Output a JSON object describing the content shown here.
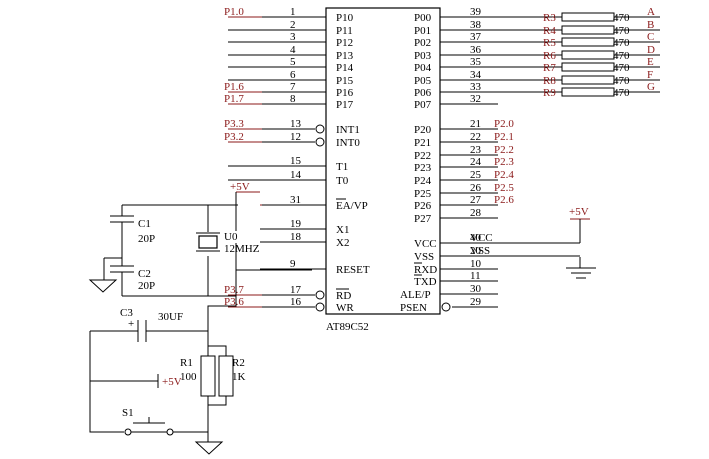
{
  "chip": {
    "name": "AT89C52",
    "left_pins": [
      {
        "num": "1",
        "name": "P10",
        "net": "P1.0"
      },
      {
        "num": "2",
        "name": "P11",
        "net": ""
      },
      {
        "num": "3",
        "name": "P12",
        "net": ""
      },
      {
        "num": "4",
        "name": "P13",
        "net": ""
      },
      {
        "num": "5",
        "name": "P14",
        "net": ""
      },
      {
        "num": "6",
        "name": "P15",
        "net": ""
      },
      {
        "num": "7",
        "name": "P16",
        "net": "P1.6"
      },
      {
        "num": "8",
        "name": "P17",
        "net": "P1.7"
      },
      {
        "num": "13",
        "name": "INT1",
        "net": "P3.3"
      },
      {
        "num": "12",
        "name": "INT0",
        "net": "P3.2"
      },
      {
        "num": "15",
        "name": "T1",
        "net": ""
      },
      {
        "num": "14",
        "name": "T0",
        "net": ""
      },
      {
        "num": "31",
        "name": "EA/VP",
        "net": "+5V"
      },
      {
        "num": "19",
        "name": "X1",
        "net": ""
      },
      {
        "num": "18",
        "name": "X2",
        "net": ""
      },
      {
        "num": "9",
        "name": "RESET",
        "net": ""
      },
      {
        "num": "17",
        "name": "RD",
        "net": "P3.7"
      },
      {
        "num": "16",
        "name": "WR",
        "net": "P3.6"
      }
    ],
    "right_pins": [
      {
        "num": "39",
        "name": "P00",
        "net": ""
      },
      {
        "num": "38",
        "name": "P01",
        "net": ""
      },
      {
        "num": "37",
        "name": "P02",
        "net": ""
      },
      {
        "num": "36",
        "name": "P03",
        "net": ""
      },
      {
        "num": "35",
        "name": "P04",
        "net": ""
      },
      {
        "num": "34",
        "name": "P05",
        "net": ""
      },
      {
        "num": "33",
        "name": "P06",
        "net": ""
      },
      {
        "num": "32",
        "name": "P07",
        "net": ""
      },
      {
        "num": "21",
        "name": "P20",
        "net": "P2.0"
      },
      {
        "num": "22",
        "name": "P21",
        "net": "P2.1"
      },
      {
        "num": "23",
        "name": "P22",
        "net": "P2.2"
      },
      {
        "num": "24",
        "name": "P23",
        "net": "P2.3"
      },
      {
        "num": "25",
        "name": "P24",
        "net": "P2.4"
      },
      {
        "num": "26",
        "name": "P25",
        "net": "P2.5"
      },
      {
        "num": "27",
        "name": "P26",
        "net": "P2.6"
      },
      {
        "num": "28",
        "name": "P27",
        "net": ""
      },
      {
        "num": "40",
        "name": "VCC",
        "net": "VCC"
      },
      {
        "num": "20",
        "name": "VSS",
        "net": "VSS"
      },
      {
        "num": "10",
        "name": "RXD",
        "net": ""
      },
      {
        "num": "11",
        "name": "TXD",
        "net": ""
      },
      {
        "num": "30",
        "name": "ALE/P",
        "net": ""
      },
      {
        "num": "29",
        "name": "PSEN",
        "net": ""
      }
    ]
  },
  "segment_resistors": [
    {
      "ref": "R3",
      "value": "470",
      "seg": "A"
    },
    {
      "ref": "R4",
      "value": "470",
      "seg": "B"
    },
    {
      "ref": "R5",
      "value": "470",
      "seg": "C"
    },
    {
      "ref": "R6",
      "value": "470",
      "seg": "D"
    },
    {
      "ref": "R7",
      "value": "470",
      "seg": "E"
    },
    {
      "ref": "R8",
      "value": "470",
      "seg": "F"
    },
    {
      "ref": "R9",
      "value": "470",
      "seg": "G"
    }
  ],
  "oscillator": {
    "c1_ref": "C1",
    "c1_value": "20P",
    "c2_ref": "C2",
    "c2_value": "20P",
    "crystal_ref": "U0",
    "crystal_value": "12MHZ"
  },
  "reset": {
    "c3_ref": "C3",
    "c3_value": "30UF",
    "c3_plus": "+",
    "r1_ref": "R1",
    "r1_value": "100",
    "r2_ref": "R2",
    "r2_value": "1K",
    "switch_ref": "S1",
    "supply": "+5V"
  },
  "power": {
    "vcc_supply": "+5V"
  }
}
